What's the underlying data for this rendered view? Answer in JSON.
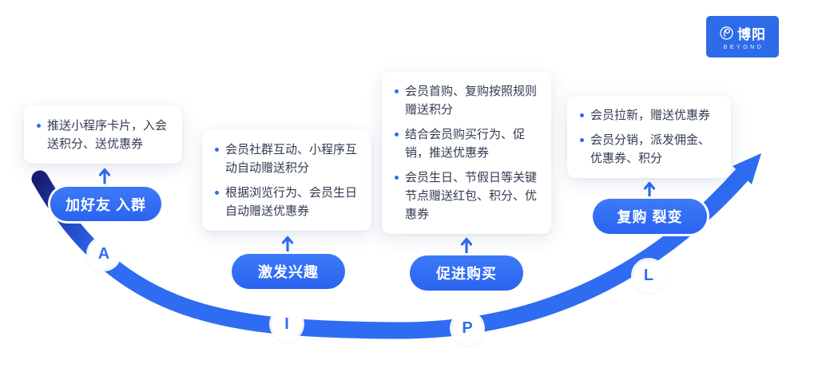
{
  "page": {
    "background_color": "#ffffff",
    "accent_color": "#2e6cf2",
    "curve_tail_color": "#171d72",
    "text_color": "#323c50"
  },
  "logo": {
    "name_cn": "博阳",
    "name_en": "BEYOND",
    "bg_color": "#2e6be8",
    "icon": "beyond-circle-mark"
  },
  "funnel": {
    "model": "AIPL",
    "stages": [
      {
        "letter": "A",
        "label": "加好友 入群",
        "points": [
          "推送小程序卡片，入会送积分、送优惠券"
        ]
      },
      {
        "letter": "I",
        "label": "激发兴趣",
        "points": [
          "会员社群互动、小程序互动自动赠送积分",
          "根据浏览行为、会员生日自动赠送优惠券"
        ]
      },
      {
        "letter": "P",
        "label": "促进购买",
        "points": [
          "会员首购、复购按照规则赠送积分",
          "结合会员购买行为、促销，推送优惠券",
          "会员生日、节假日等关键节点赠送红包、积分、优惠券"
        ]
      },
      {
        "letter": "L",
        "label": "复购 裂变",
        "points": [
          "会员拉新，赠送优惠券",
          "会员分销，派发佣金、优惠券、积分"
        ]
      }
    ]
  }
}
